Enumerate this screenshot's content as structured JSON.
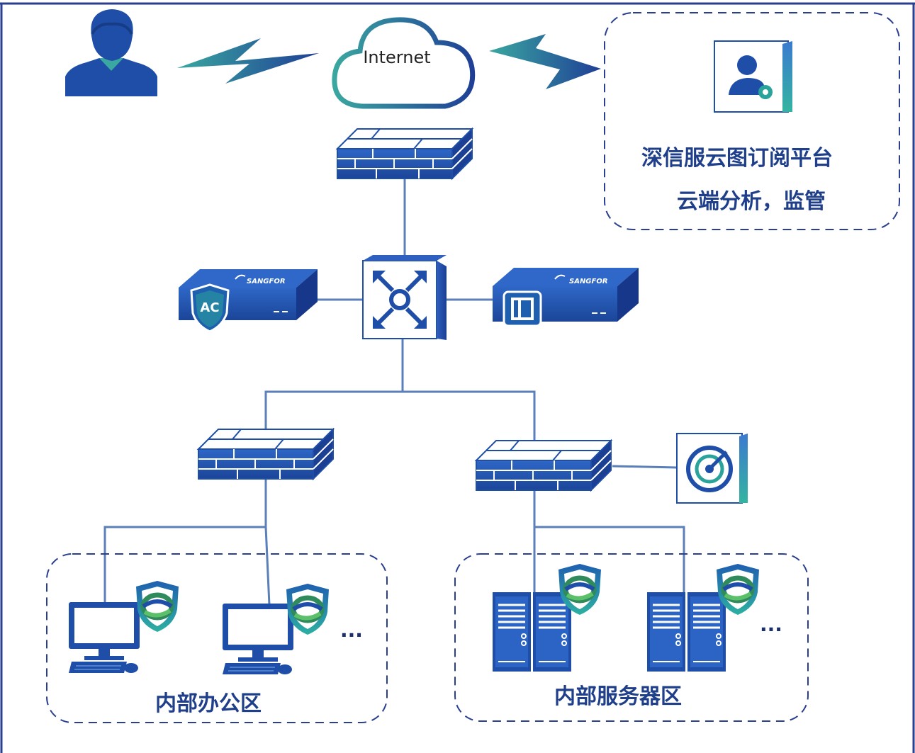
{
  "cloud": {
    "label": "Internet"
  },
  "platform": {
    "title": "深信服云图订阅平台",
    "subtitle": "云端分析，监管"
  },
  "devices": {
    "ac_badge": "AC",
    "brand": "SANGFOR"
  },
  "zones": {
    "office": {
      "label": "内部办公区",
      "more": "···"
    },
    "server": {
      "label": "内部服务器区",
      "more": "···"
    }
  },
  "colors": {
    "frame": "#2a3f8f",
    "link": "#5b7fb8",
    "device_blue": "#1f4ea8",
    "accent_teal": "#2aa39a",
    "label": "#1f3f8a"
  },
  "icons": [
    "user-icon",
    "cloud-icon",
    "lightning-icon",
    "platform-user-gear-icon",
    "firewall-icon",
    "core-switch-icon",
    "ac-device-icon",
    "storage-device-icon",
    "radar-scanner-icon",
    "desktop-pc-icon",
    "server-icon",
    "endpoint-shield-icon"
  ]
}
